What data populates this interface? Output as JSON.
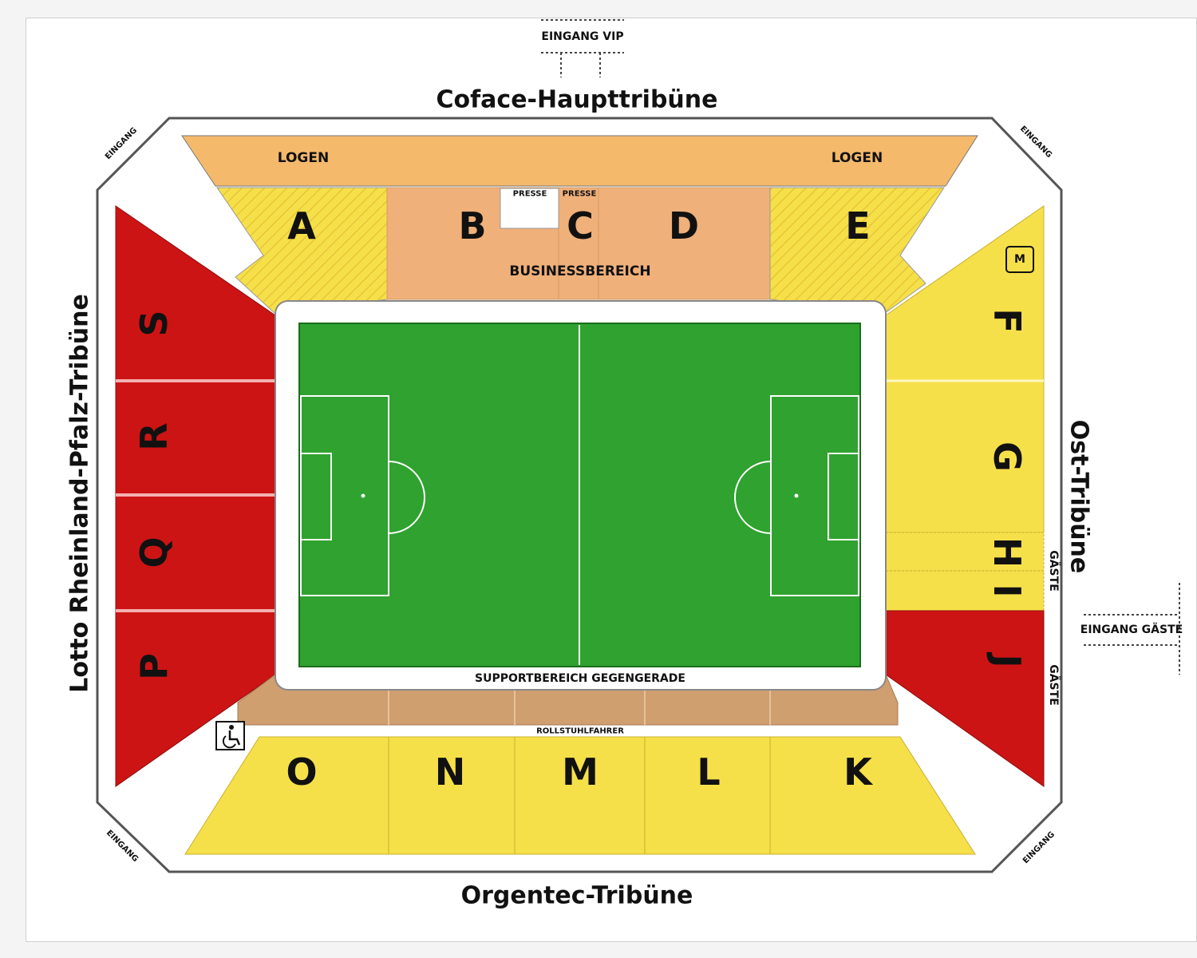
{
  "stands": {
    "main": "Coface-Haupttribüne",
    "south": "Orgentec-Tribüne",
    "west": "Lotto Rheinland-Pfalz-Tribüne",
    "east": "Ost-Tribüne"
  },
  "entrances": {
    "vip": "EINGANG VIP",
    "guests": "EINGANG GÄSTE",
    "corner": "EINGANG"
  },
  "areas": {
    "boxes": "LOGEN",
    "press": "PRESSE",
    "business": "BUSINESSBEREICH",
    "support": "SUPPORTBEREICH GEGENGERADE",
    "wheelchair": "ROLLSTUHLFAHRER",
    "guests": "GÄSTE"
  },
  "sections": {
    "A": "A",
    "B": "B",
    "C": "C",
    "D": "D",
    "E": "E",
    "F": "F",
    "G": "G",
    "H": "H",
    "I": "I",
    "J": "J",
    "K": "K",
    "L": "L",
    "M": "M",
    "N": "N",
    "O": "O",
    "P": "P",
    "Q": "Q",
    "R": "R",
    "S": "S"
  },
  "icons": {
    "metro": "M",
    "wheelchair": "wheelchair-icon"
  },
  "colors": {
    "pitch": "#2fa22f",
    "yellow": "#f6e04a",
    "orange": "#f5b96b",
    "red": "#cc1414",
    "brown": "#cf9f70",
    "business": "#f0b07a"
  }
}
